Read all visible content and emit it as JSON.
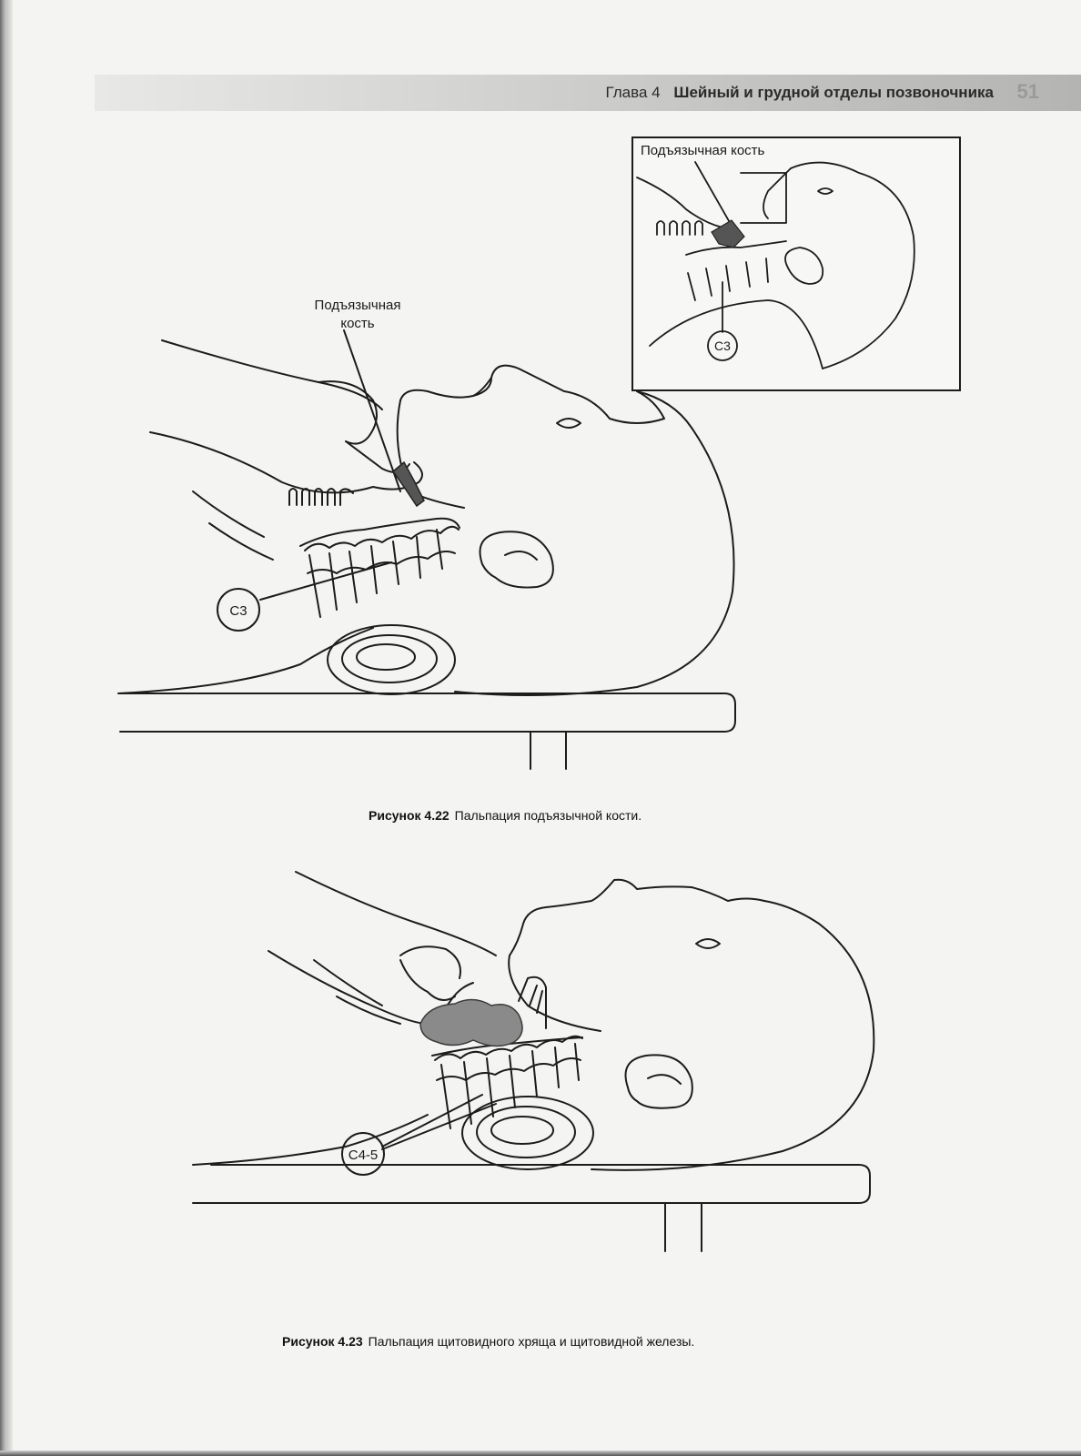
{
  "header": {
    "chapter": "Глава 4",
    "title": "Шейный и грудной отделы позвоночника",
    "page_number": "51"
  },
  "figure1": {
    "label_hyoid_line1": "Подъязычная",
    "label_hyoid_line2": "кость",
    "label_c3": "C3",
    "inset_label_hyoid": "Подъязычная кость",
    "inset_label_c3": "C3",
    "caption_label": "Рисунок 4.22",
    "caption_text": "Пальпация подъязычной кости."
  },
  "figure2": {
    "label_c45": "C4-5",
    "caption_label": "Рисунок 4.23",
    "caption_text": "Пальпация щитовидного хряща и щитовидной железы."
  }
}
